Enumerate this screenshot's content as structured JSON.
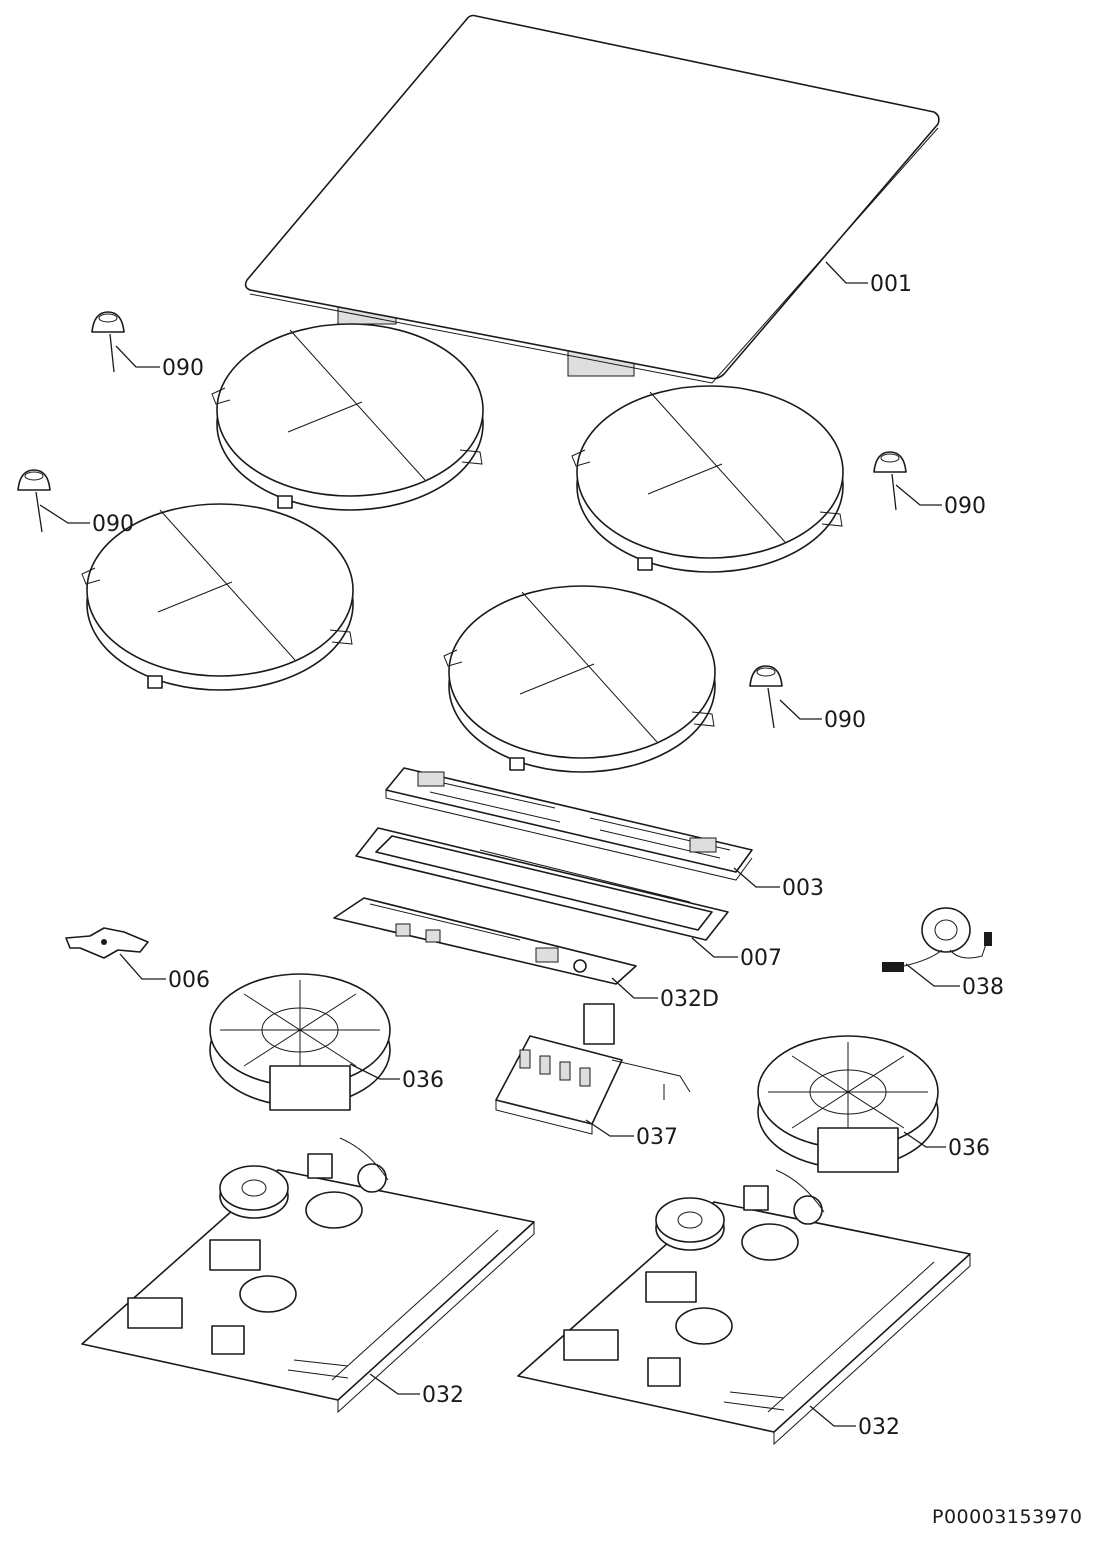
{
  "document_code": "P00003153970",
  "callouts": {
    "glass_top": "001",
    "hob_mount_1": "090",
    "hob_mount_2": "090",
    "hob_mount_3": "090",
    "hob_mount_4": "090",
    "user_interface": "003",
    "ui_frame": "007",
    "ui_board": "032D",
    "bracket": "006",
    "fan_left": "036",
    "fan_right": "036",
    "terminal_block": "037",
    "ferrite_ring": "038",
    "power_board_left": "032",
    "power_board_right": "032"
  }
}
